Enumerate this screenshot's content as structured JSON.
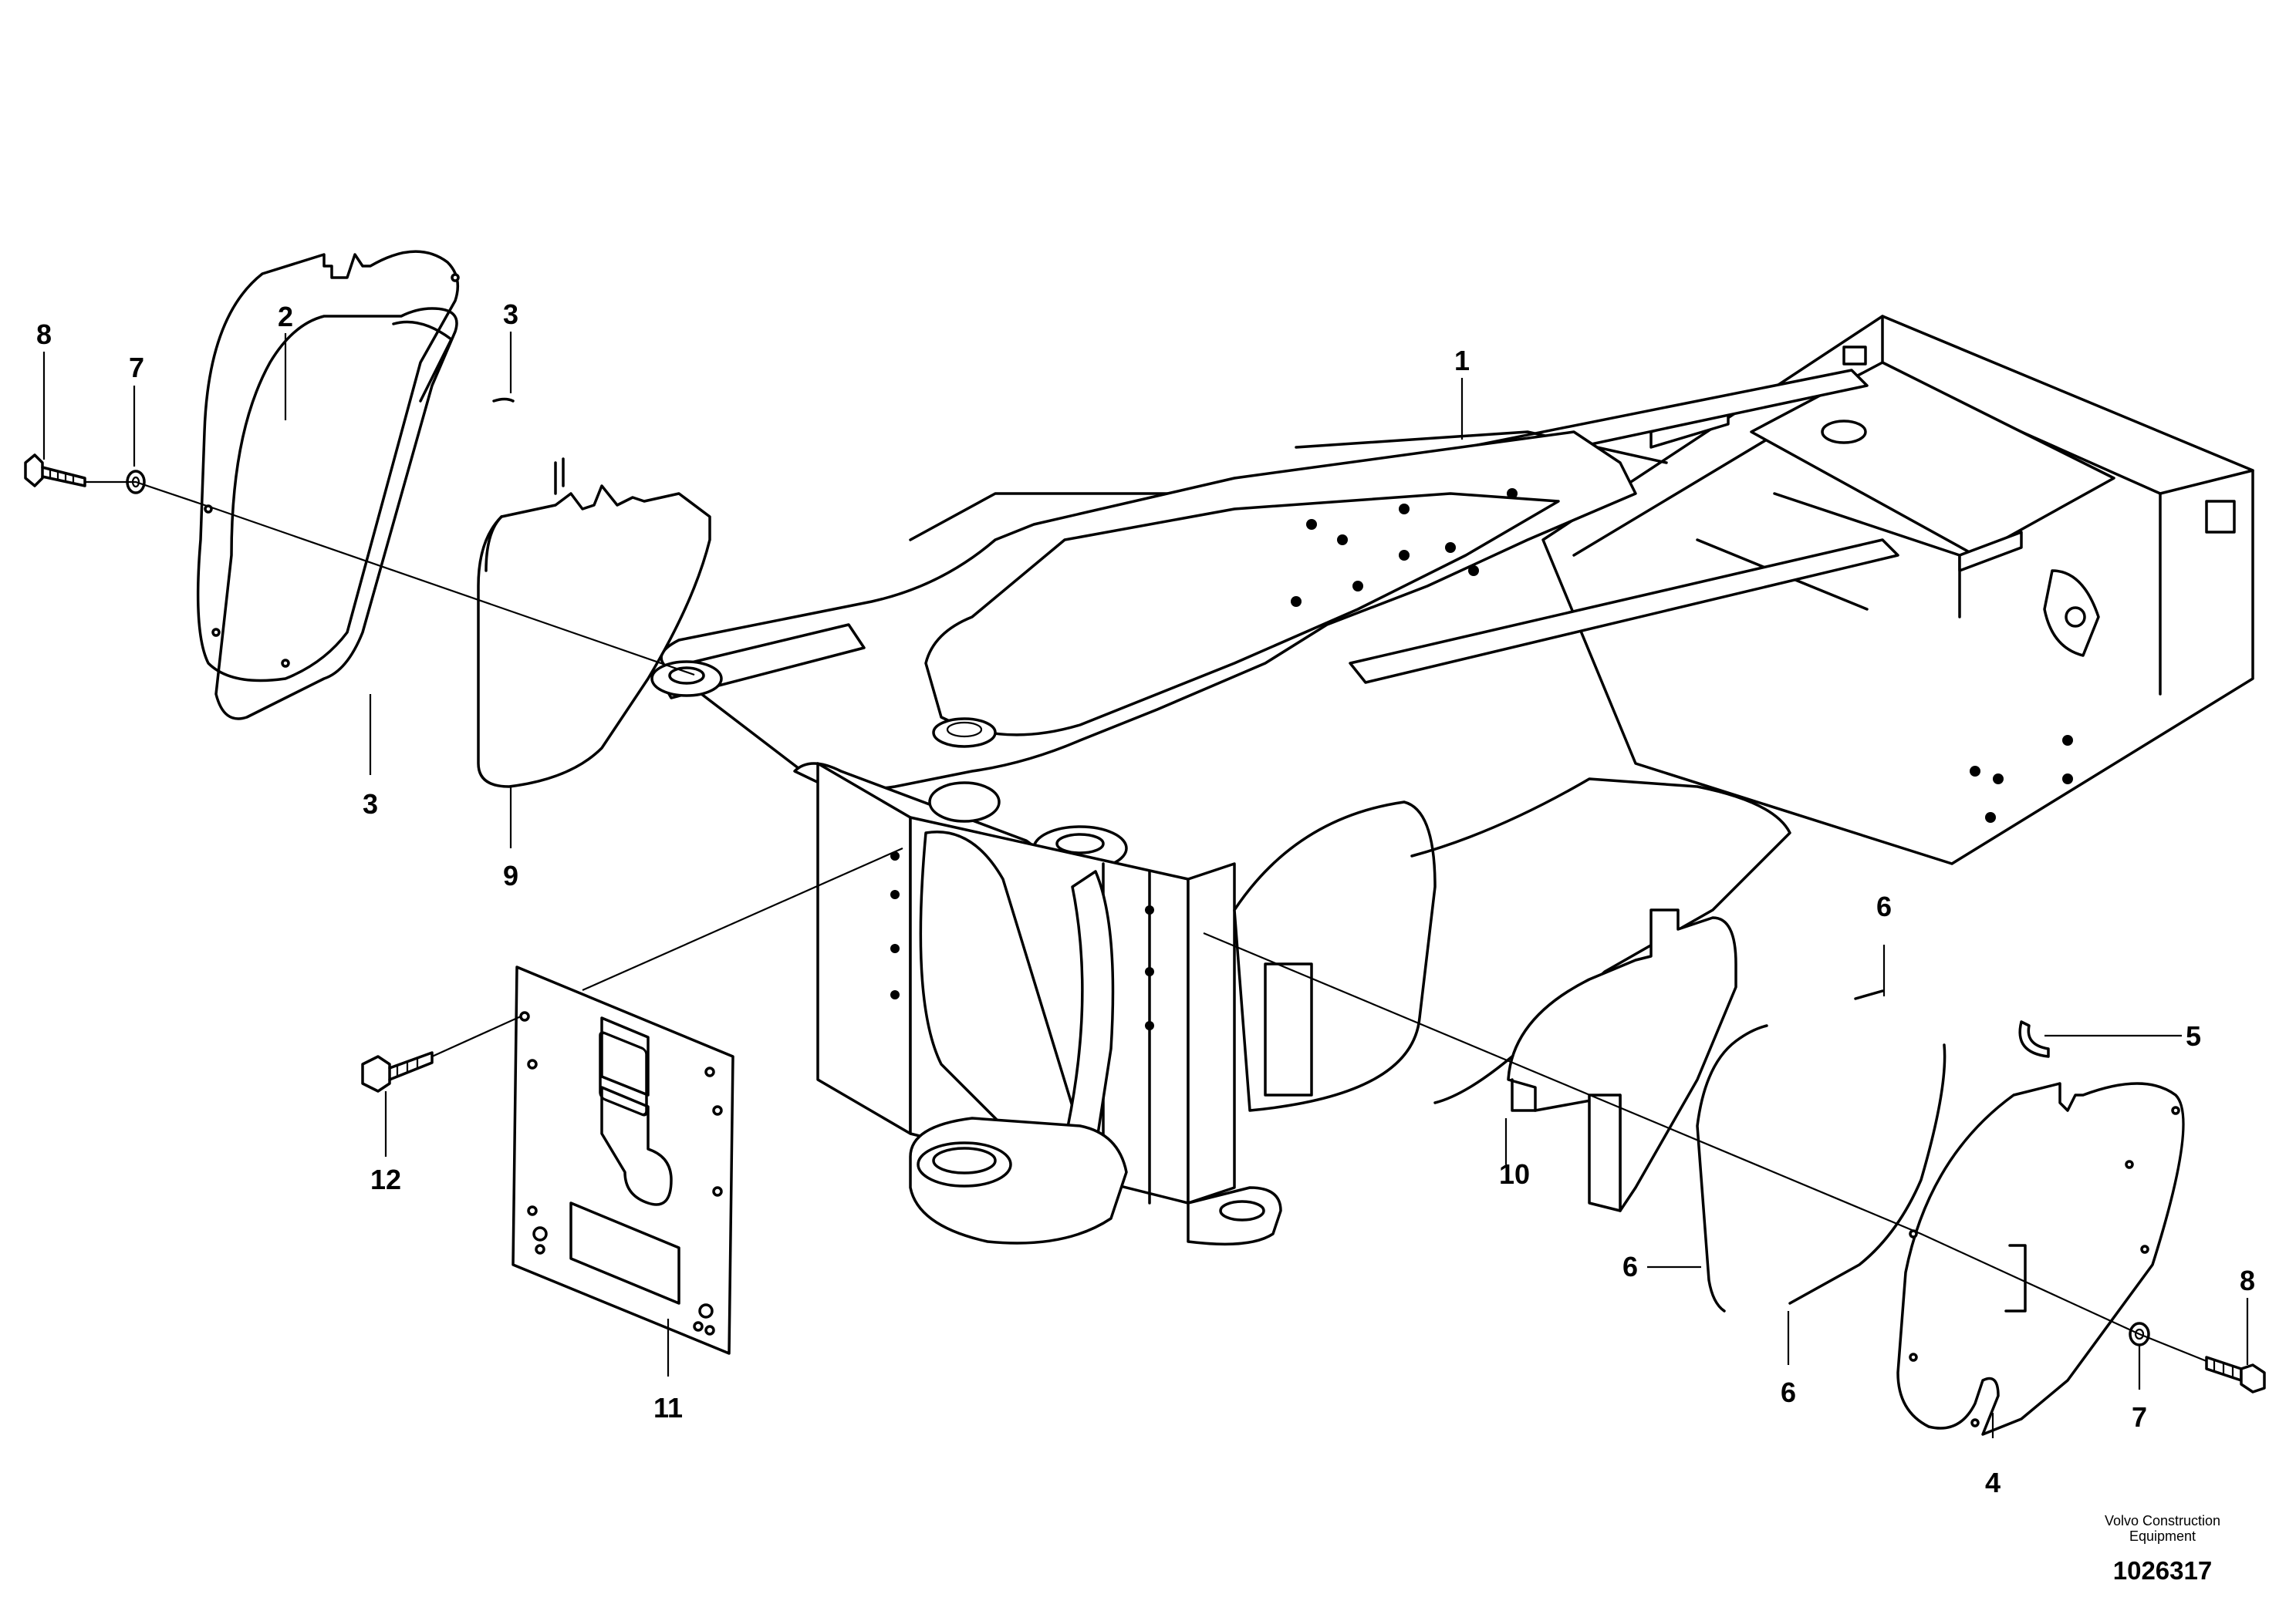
{
  "callouts": {
    "c1": "1",
    "c2": "2",
    "c3a": "3",
    "c3b": "3",
    "c4": "4",
    "c5": "5",
    "c6a": "6",
    "c6b": "6",
    "c6c": "6",
    "c7a": "7",
    "c7b": "7",
    "c8a": "8",
    "c8b": "8",
    "c9": "9",
    "c10": "10",
    "c11": "11",
    "c12": "12"
  },
  "footer": {
    "brand_line1": "Volvo Construction",
    "brand_line2": "Equipment",
    "document_number": "1026317"
  }
}
